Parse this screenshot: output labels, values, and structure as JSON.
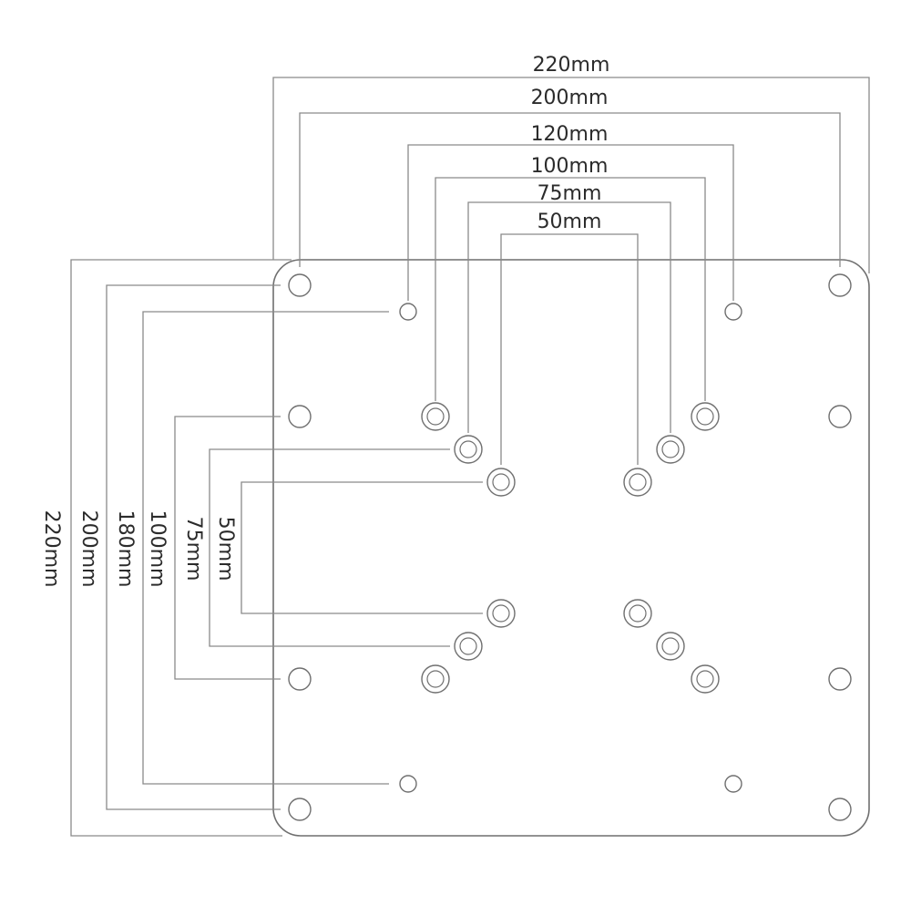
{
  "horizontal_dimensions": [
    {
      "id": "h220",
      "label": "220mm"
    },
    {
      "id": "h200",
      "label": "200mm"
    },
    {
      "id": "h120",
      "label": "120mm"
    },
    {
      "id": "h100",
      "label": "100mm"
    },
    {
      "id": "h75",
      "label": "75mm"
    },
    {
      "id": "h50",
      "label": "50mm"
    }
  ],
  "vertical_dimensions": [
    {
      "id": "v220",
      "label": "220mm"
    },
    {
      "id": "v200",
      "label": "200mm"
    },
    {
      "id": "v180",
      "label": "180mm"
    },
    {
      "id": "v100",
      "label": "100mm"
    },
    {
      "id": "v75",
      "label": "75mm"
    },
    {
      "id": "v50",
      "label": "50mm"
    }
  ],
  "colors": {
    "line": "#8a8a8a",
    "outline": "#6f6f6f",
    "text": "#2b2b2b"
  }
}
